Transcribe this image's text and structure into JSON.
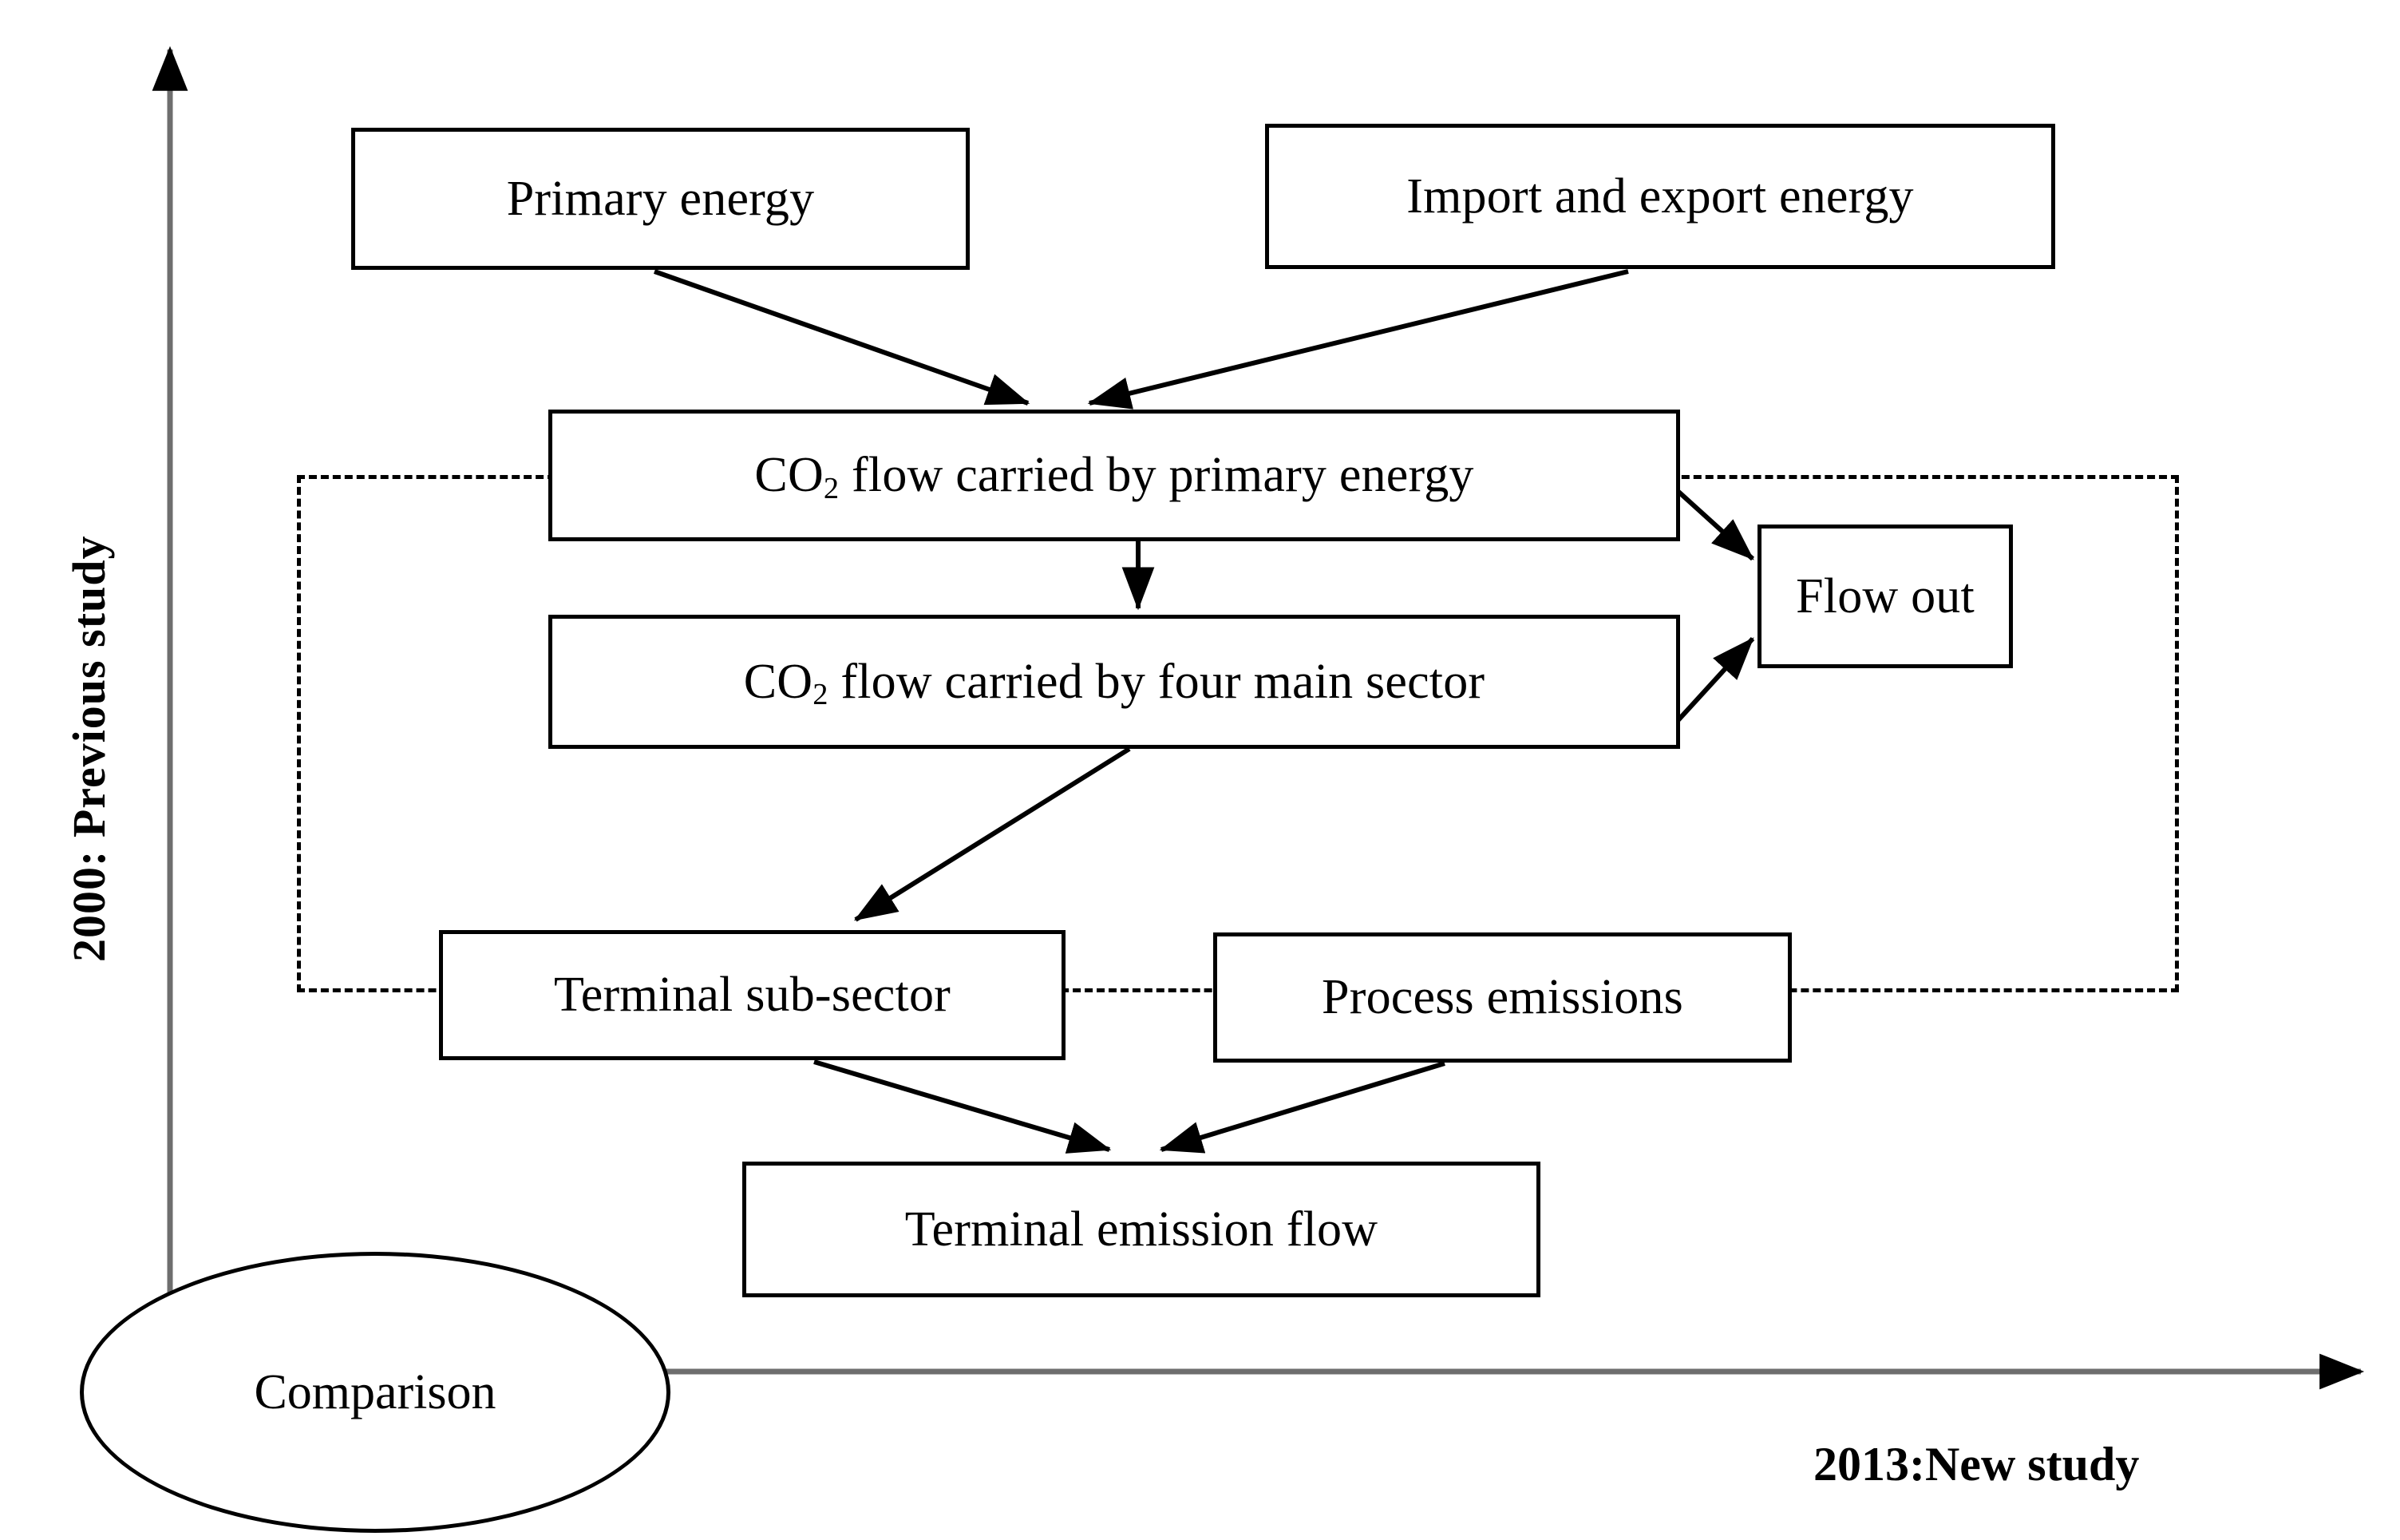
{
  "figure": {
    "type": "flow-diagram",
    "axes": {
      "y_axis_label": "2000: Previous  study",
      "x_axis_label": "2013:New study",
      "y_axis_arrow": "up-arrow-icon",
      "x_axis_arrow": "right-arrow-icon",
      "axis_color": "#666666"
    },
    "comparison_node": {
      "label": "Comparison",
      "shape": "ellipse"
    },
    "dashed_region": {
      "label": "previous-study-scope",
      "style": "dashed"
    },
    "nodes": [
      {
        "id": "primary-energy",
        "label": "Primary energy",
        "sub": null
      },
      {
        "id": "import-export",
        "label": "Import and export energy",
        "sub": null
      },
      {
        "id": "co2-primary",
        "label_pre": "CO",
        "label_sub": "2",
        "label_post": " flow carried by primary energy"
      },
      {
        "id": "co2-four-sector",
        "label_pre": "CO",
        "label_sub": "2",
        "label_post": " flow carried by four main sector"
      },
      {
        "id": "flow-out",
        "label": "Flow out",
        "sub": null
      },
      {
        "id": "terminal-sub-sector",
        "label": "Terminal sub-sector",
        "sub": null
      },
      {
        "id": "process-emissions",
        "label": "Process emissions",
        "sub": null
      },
      {
        "id": "terminal-emission",
        "label": "Terminal emission flow",
        "sub": null
      }
    ],
    "edges": [
      {
        "from": "primary-energy",
        "to": "co2-primary",
        "style": "solid-arrow"
      },
      {
        "from": "import-export",
        "to": "co2-primary",
        "style": "solid-arrow"
      },
      {
        "from": "co2-primary",
        "to": "co2-four-sector",
        "style": "solid-arrow"
      },
      {
        "from": "co2-primary",
        "to": "flow-out",
        "style": "solid-arrow"
      },
      {
        "from": "co2-four-sector",
        "to": "flow-out",
        "style": "solid-arrow"
      },
      {
        "from": "co2-four-sector",
        "to": "terminal-sub-sector",
        "style": "solid-arrow"
      },
      {
        "from": "terminal-sub-sector",
        "to": "terminal-emission",
        "style": "solid-arrow"
      },
      {
        "from": "process-emissions",
        "to": "terminal-emission",
        "style": "solid-arrow"
      }
    ],
    "colors": {
      "stroke": "#000000",
      "background": "#ffffff",
      "axis": "#666666"
    }
  }
}
